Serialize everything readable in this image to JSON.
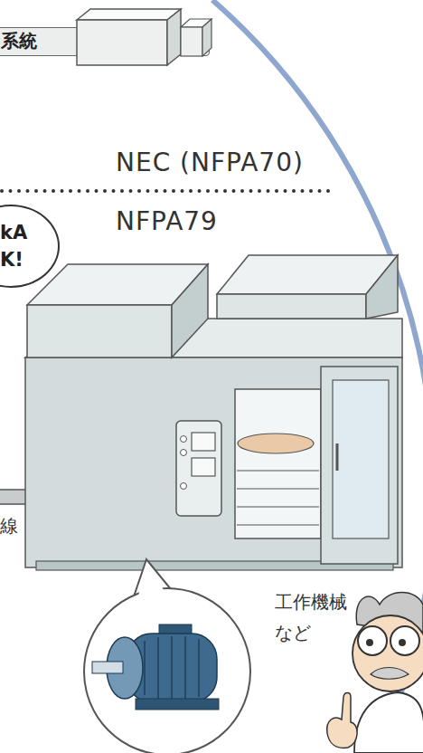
{
  "diagram": {
    "nodes": [
      {
        "text": [
          "系統"
        ]
      },
      {
        "text": [
          "kA K!"
        ]
      }
    ],
    "labels": [
      "NEC (NFPA70)",
      "NFPA79",
      "線",
      "工作機械 など"
    ]
  }
}
